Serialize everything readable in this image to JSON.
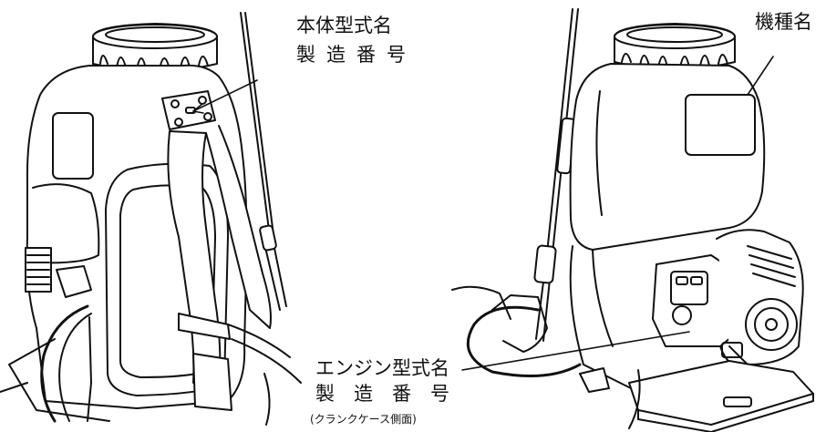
{
  "labels": {
    "body_model_name": "本体型式名",
    "body_serial_number": "製造番号",
    "machine_model_name": "機種名",
    "engine_model_name": "エンジン型式名",
    "engine_serial_number": "製造番号",
    "engine_serial_note": "(クランクケース側面)"
  },
  "colors": {
    "line": "#111111",
    "background": "#ffffff"
  }
}
